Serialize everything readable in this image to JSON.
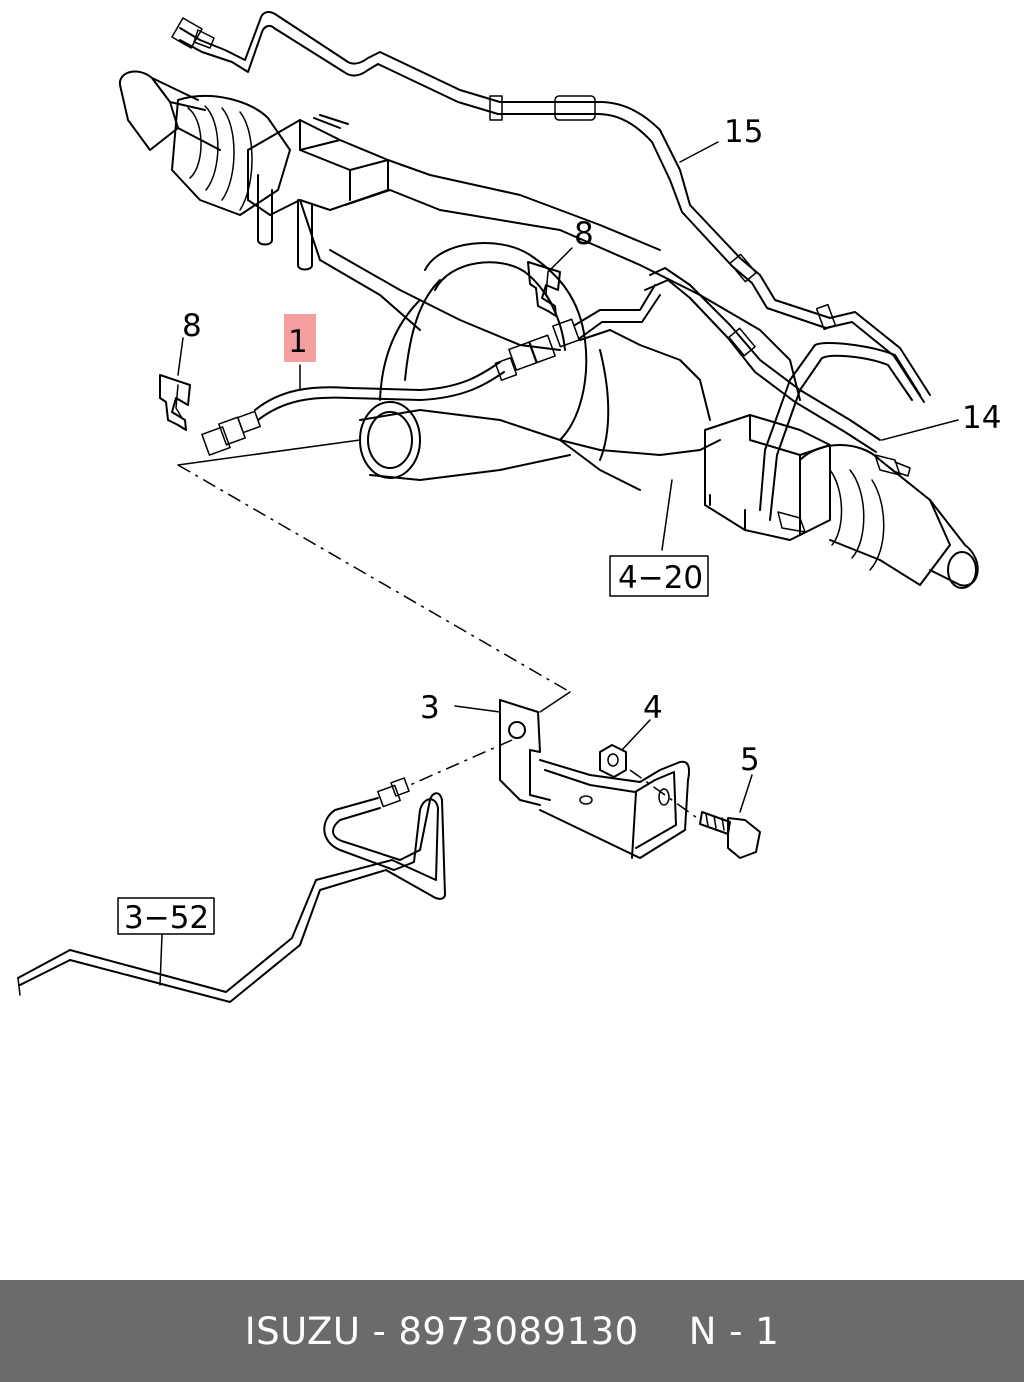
{
  "diagram": {
    "callouts": {
      "item_1": "1",
      "item_3": "3",
      "item_4": "4",
      "item_5": "5",
      "item_8_left": "8",
      "item_8_right": "8",
      "item_14": "14",
      "item_15": "15"
    },
    "references": {
      "ref_4_20": "4−20",
      "ref_3_52": "3−52"
    },
    "highlight_color": "#f4a0a0"
  },
  "footer": {
    "brand": "ISUZU",
    "separator": "-",
    "part_number": "8973089130",
    "position": "N - 1",
    "background_color": "#6b6b6b"
  }
}
